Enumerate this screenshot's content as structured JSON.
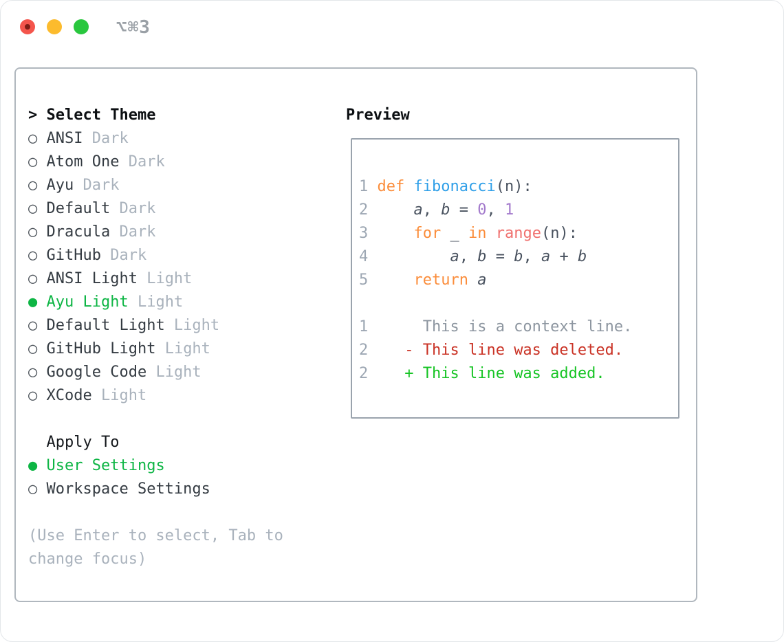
{
  "titlebar": {
    "shortcut": "⌥⌘3"
  },
  "theme_panel": {
    "header_marker": ">",
    "header_label": "Select Theme",
    "unselected_marker": "○",
    "selected_marker": "●",
    "items": [
      {
        "name": "ANSI",
        "variant": "Dark",
        "selected": false
      },
      {
        "name": "Atom One",
        "variant": "Dark",
        "selected": false
      },
      {
        "name": "Ayu",
        "variant": "Dark",
        "selected": false
      },
      {
        "name": "Default",
        "variant": "Dark",
        "selected": false
      },
      {
        "name": "Dracula",
        "variant": "Dark",
        "selected": false
      },
      {
        "name": "GitHub",
        "variant": "Dark",
        "selected": false
      },
      {
        "name": "ANSI Light",
        "variant": "Light",
        "selected": false
      },
      {
        "name": "Ayu Light",
        "variant": "Light",
        "selected": true
      },
      {
        "name": "Default Light",
        "variant": "Light",
        "selected": false
      },
      {
        "name": "GitHub Light",
        "variant": "Light",
        "selected": false
      },
      {
        "name": "Google Code",
        "variant": "Light",
        "selected": false
      },
      {
        "name": "XCode",
        "variant": "Light",
        "selected": false
      }
    ]
  },
  "apply_panel": {
    "header_label": "Apply To",
    "items": [
      {
        "label": "User Settings",
        "selected": true
      },
      {
        "label": "Workspace Settings",
        "selected": false
      }
    ]
  },
  "help_lines": [
    "(Use Enter to select, Tab to",
    "change focus)"
  ],
  "preview": {
    "title": "Preview",
    "lines": [
      {
        "num": "1",
        "tokens": [
          [
            "def",
            "kw"
          ],
          [
            " ",
            "pl"
          ],
          [
            "fibonacci",
            "fn"
          ],
          [
            "(n):",
            "pl"
          ]
        ]
      },
      {
        "num": "2",
        "tokens": [
          [
            "    ",
            "pl"
          ],
          [
            "a",
            "va"
          ],
          [
            ", ",
            "pl"
          ],
          [
            "b",
            "va"
          ],
          [
            " = ",
            "pl"
          ],
          [
            "0",
            "nu"
          ],
          [
            ", ",
            "pl"
          ],
          [
            "1",
            "nu"
          ]
        ]
      },
      {
        "num": "3",
        "tokens": [
          [
            "    ",
            "pl"
          ],
          [
            "for",
            "kw"
          ],
          [
            " _ ",
            "pl"
          ],
          [
            "in",
            "kw"
          ],
          [
            " ",
            "pl"
          ],
          [
            "range",
            "bi"
          ],
          [
            "(n):",
            "pl"
          ]
        ]
      },
      {
        "num": "4",
        "tokens": [
          [
            "        ",
            "pl"
          ],
          [
            "a",
            "va"
          ],
          [
            ", ",
            "pl"
          ],
          [
            "b",
            "va"
          ],
          [
            " = ",
            "pl"
          ],
          [
            "b",
            "va"
          ],
          [
            ", ",
            "pl"
          ],
          [
            "a",
            "va"
          ],
          [
            " + ",
            "pl"
          ],
          [
            "b",
            "va"
          ]
        ]
      },
      {
        "num": "5",
        "tokens": [
          [
            "    ",
            "pl"
          ],
          [
            "return",
            "kw"
          ],
          [
            " ",
            "pl"
          ],
          [
            "a",
            "va"
          ]
        ]
      },
      {
        "num": "",
        "tokens": []
      },
      {
        "num": "1",
        "tokens": [
          [
            "     ",
            "pl"
          ],
          [
            "This is a context line.",
            "ctx"
          ]
        ]
      },
      {
        "num": "2",
        "tokens": [
          [
            "   ",
            "pl"
          ],
          [
            "- This line was deleted.",
            "del"
          ]
        ]
      },
      {
        "num": "2",
        "tokens": [
          [
            "   ",
            "pl"
          ],
          [
            "+ This line was added.",
            "add"
          ]
        ]
      }
    ]
  },
  "colors": {
    "keyword": "#fb8d3b",
    "function": "#2f9fe8",
    "number_literal": "#a37acc",
    "builtin": "#f0716f",
    "code_plain": "#49525f",
    "line_number": "#9da7b3",
    "diff_context": "#8d96a0",
    "diff_deleted": "#ca3326",
    "diff_added": "#16c424",
    "selection_green": "#0db544",
    "muted": "#a9b2bc",
    "item_text": "#343b42",
    "header_text": "#0c0f12",
    "outer_border": "#b0b7be",
    "preview_border": "#9aa3ad",
    "traffic_red": "#f4554c",
    "traffic_yellow": "#fcbb2d",
    "traffic_green": "#29c73e",
    "shortcut_text": "#9aa0a6"
  }
}
